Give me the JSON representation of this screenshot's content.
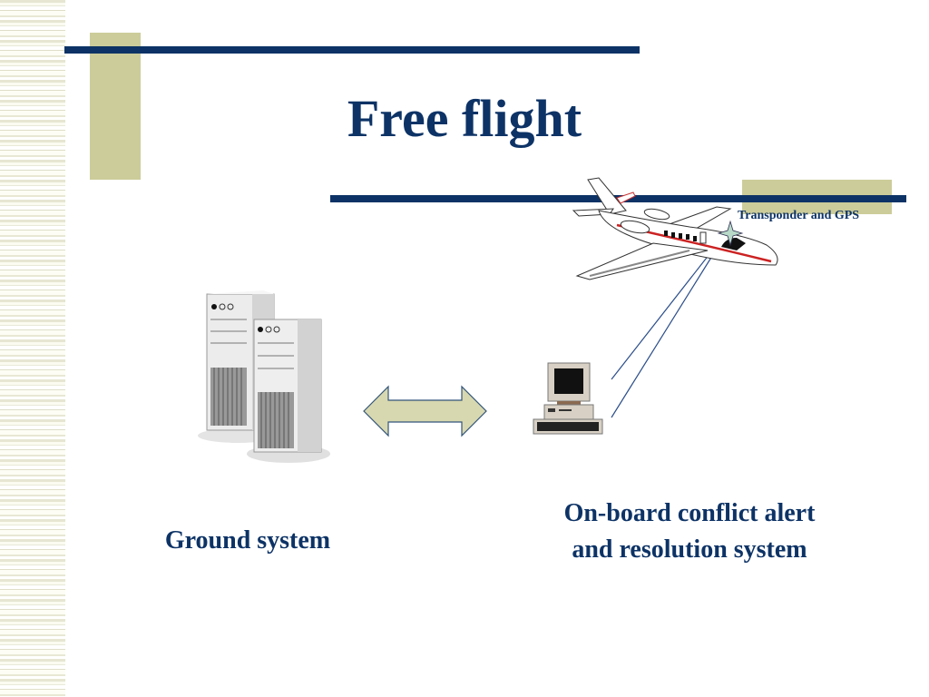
{
  "slide": {
    "title": "Free flight",
    "transponder_label": "Transponder and GPS",
    "ground_label": "Ground system",
    "onboard_label_line1": "On-board conflict alert",
    "onboard_label_line2": "and resolution system"
  },
  "icons": {
    "servers": "server-towers-icon",
    "arrow": "bidirectional-arrow-icon",
    "computer": "desktop-computer-icon",
    "airplane": "business-jet-icon",
    "signal": "signal-beam-lines"
  },
  "colors": {
    "navy": "#0d3366",
    "tan": "#cccc9a",
    "arrow_fill": "#d8d8b0"
  }
}
